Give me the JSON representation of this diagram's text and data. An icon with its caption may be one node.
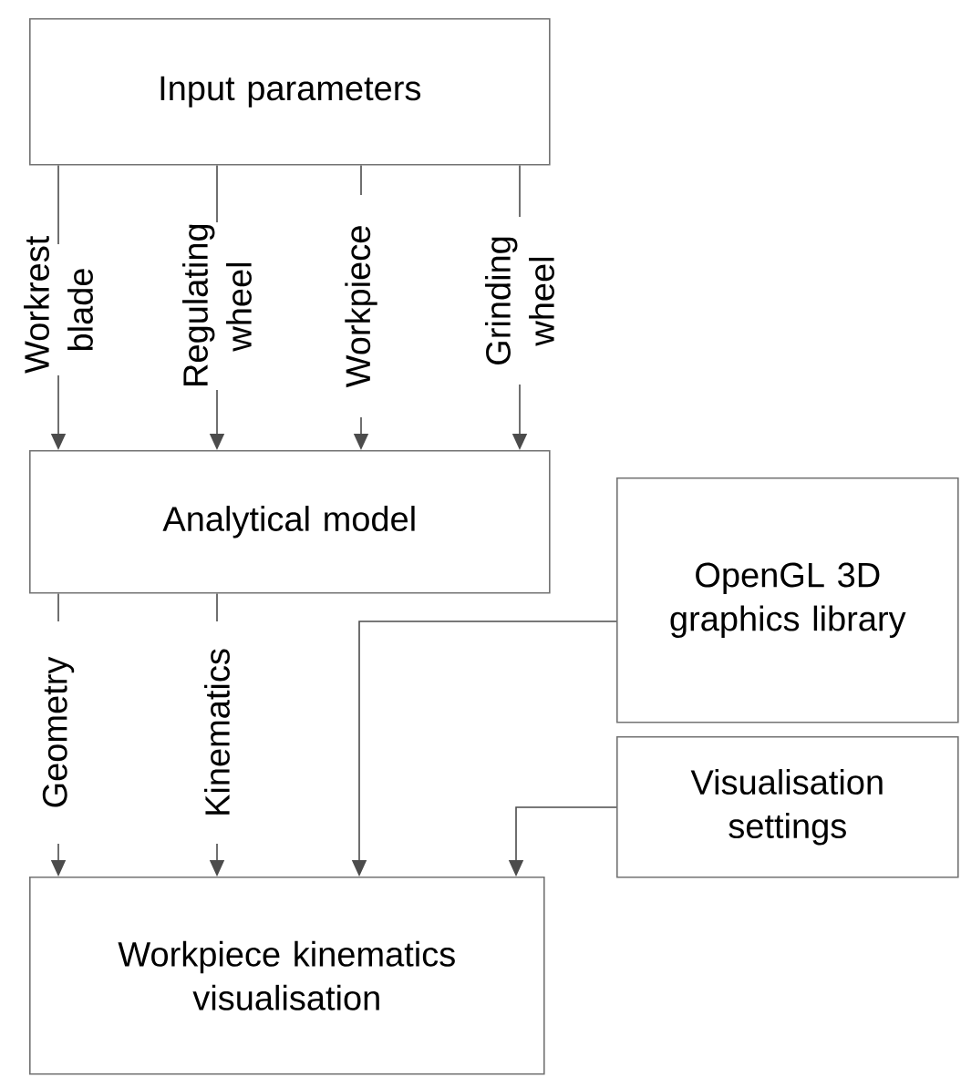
{
  "diagram": {
    "nodes": [
      {
        "text": [
          "Input parameters"
        ]
      },
      {
        "text": [
          "Analytical model"
        ]
      },
      {
        "text": [
          "Workpiece kinematics visualisation"
        ]
      },
      {
        "text": [
          "OpenGL 3D graphics library"
        ]
      },
      {
        "text": [
          "Visualisation settings"
        ]
      }
    ],
    "edges": [
      {
        "from": 0,
        "to": 1,
        "arrow": "to",
        "label": "Workrest blade"
      },
      {
        "from": 0,
        "to": 1,
        "arrow": "to",
        "label": "Regulating wheel"
      },
      {
        "from": 0,
        "to": 1,
        "arrow": "to",
        "label": "Workpiece"
      },
      {
        "from": 0,
        "to": 1,
        "arrow": "to",
        "label": "Grinding wheel"
      },
      {
        "from": 1,
        "to": 2,
        "arrow": "to",
        "label": "Geometry"
      },
      {
        "from": 1,
        "to": 2,
        "arrow": "to",
        "label": "Kinematics"
      },
      {
        "from": 3,
        "to": 2,
        "arrow": "to"
      },
      {
        "from": 4,
        "to": 2,
        "arrow": "to"
      }
    ]
  }
}
